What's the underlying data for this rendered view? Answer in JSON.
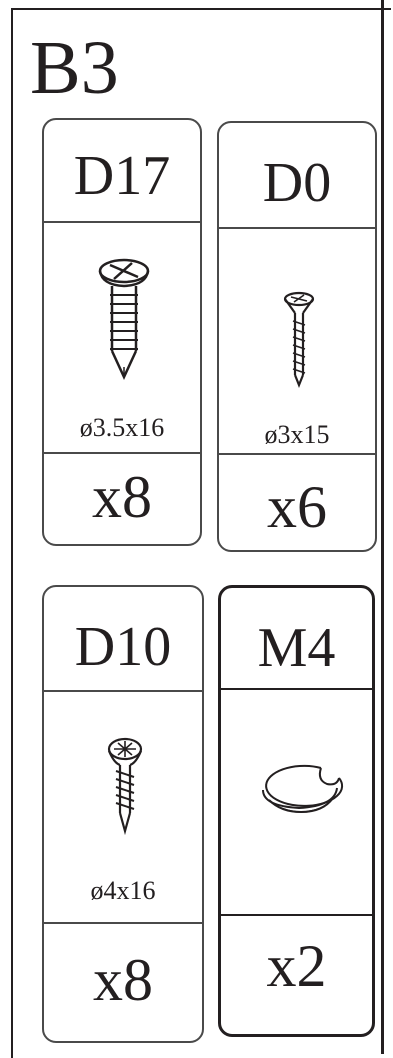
{
  "group": {
    "label": "B3"
  },
  "parts": [
    {
      "code": "D17",
      "size": "ø3.5x16",
      "qty": "x8",
      "icon": "pan-head-screw-icon"
    },
    {
      "code": "D0",
      "size": "ø3x15",
      "qty": "x6",
      "icon": "flat-head-wood-screw-icon"
    },
    {
      "code": "D10",
      "size": "ø4x16",
      "qty": "x8",
      "icon": "pozi-head-wood-screw-icon"
    },
    {
      "code": "M4",
      "size": "",
      "qty": "x2",
      "icon": "cable-grommet-cap-icon"
    }
  ],
  "colors": {
    "ink": "#231f20",
    "border": "#4a4a4a"
  }
}
